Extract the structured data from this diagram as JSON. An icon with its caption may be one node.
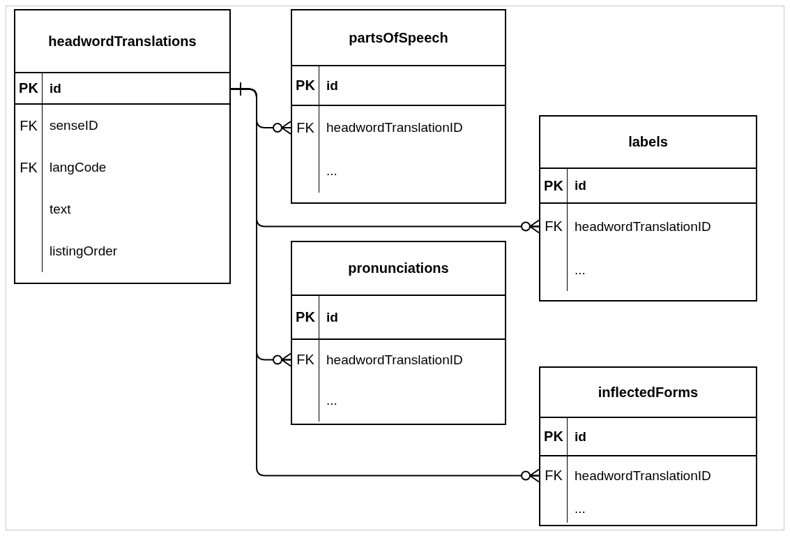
{
  "diagram": {
    "nodes": [
      {
        "text": [
          "headwordTranslations"
        ]
      },
      {
        "text": [
          "PK",
          "id"
        ],
        "in": 0
      },
      {
        "text": [
          "FK",
          "senseID"
        ],
        "in": 0
      },
      {
        "text": [
          "FK",
          "langCode"
        ],
        "in": 0
      },
      {
        "text": [
          "text"
        ],
        "in": 0
      },
      {
        "text": [
          "listingOrder"
        ],
        "in": 0
      },
      {
        "text": [
          "partsOfSpeech"
        ]
      },
      {
        "text": [
          "PK",
          "id"
        ],
        "in": 6
      },
      {
        "text": [
          "FK",
          "headwordTranslationID"
        ],
        "in": 6
      },
      {
        "text": [
          "..."
        ],
        "in": 6
      },
      {
        "text": [
          "labels"
        ]
      },
      {
        "text": [
          "PK",
          "id"
        ],
        "in": 10
      },
      {
        "text": [
          "FK",
          "headwordTranslationID"
        ],
        "in": 10
      },
      {
        "text": [
          "..."
        ],
        "in": 10
      },
      {
        "text": [
          "pronunciations"
        ]
      },
      {
        "text": [
          "PK",
          "id"
        ],
        "in": 14
      },
      {
        "text": [
          "FK",
          "headwordTranslationID"
        ],
        "in": 14
      },
      {
        "text": [
          "..."
        ],
        "in": 14
      },
      {
        "text": [
          "inflectedForms"
        ]
      },
      {
        "text": [
          "PK",
          "id"
        ],
        "in": 18
      },
      {
        "text": [
          "FK",
          "headwordTranslationID"
        ],
        "in": 18
      },
      {
        "text": [
          "..."
        ],
        "in": 18
      }
    ],
    "edges": [
      {
        "from": 1,
        "to": 8,
        "arrow": "other"
      },
      {
        "from": 1,
        "to": 12,
        "arrow": "other"
      },
      {
        "from": 1,
        "to": 16,
        "arrow": "other"
      },
      {
        "from": 1,
        "to": 20,
        "arrow": "other"
      }
    ]
  }
}
